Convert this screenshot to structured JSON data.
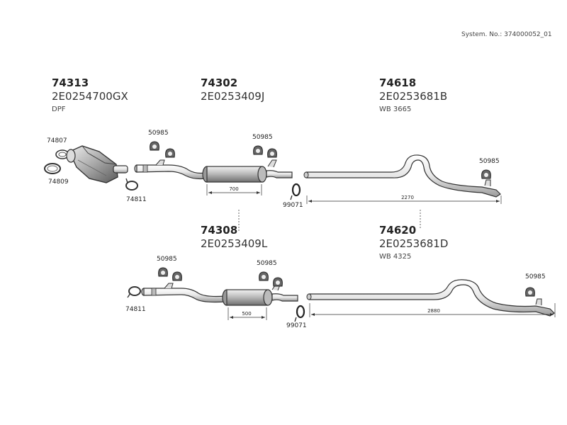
{
  "system_no": "System. No.: 374000052_01",
  "groups": [
    {
      "part": "74313",
      "oe": "2E0254700GX",
      "note": "DPF"
    },
    {
      "part": "74302",
      "oe": "2E0253409J",
      "note": ""
    },
    {
      "part": "74618",
      "oe": "2E0253681B",
      "note": "WB 3665"
    },
    {
      "part": "74308",
      "oe": "2E0253409L",
      "note": ""
    },
    {
      "part": "74620",
      "oe": "2E0253681D",
      "note": "WB 4325"
    }
  ],
  "small_labels": {
    "gasket_top": "74807",
    "clamp_left": "74809",
    "clamp_top": "74811",
    "clamp_bottom": "74811",
    "hanger_1": "50985",
    "hanger_2": "50985",
    "hanger_3": "50985",
    "hanger_4": "50985",
    "hanger_5": "50985",
    "hanger_6": "50985",
    "ring_top": "99071",
    "ring_bottom": "99071"
  },
  "dimensions": {
    "mid_top": "700",
    "rear_top": "2270",
    "mid_bottom": "500",
    "rear_bottom": "2880"
  }
}
